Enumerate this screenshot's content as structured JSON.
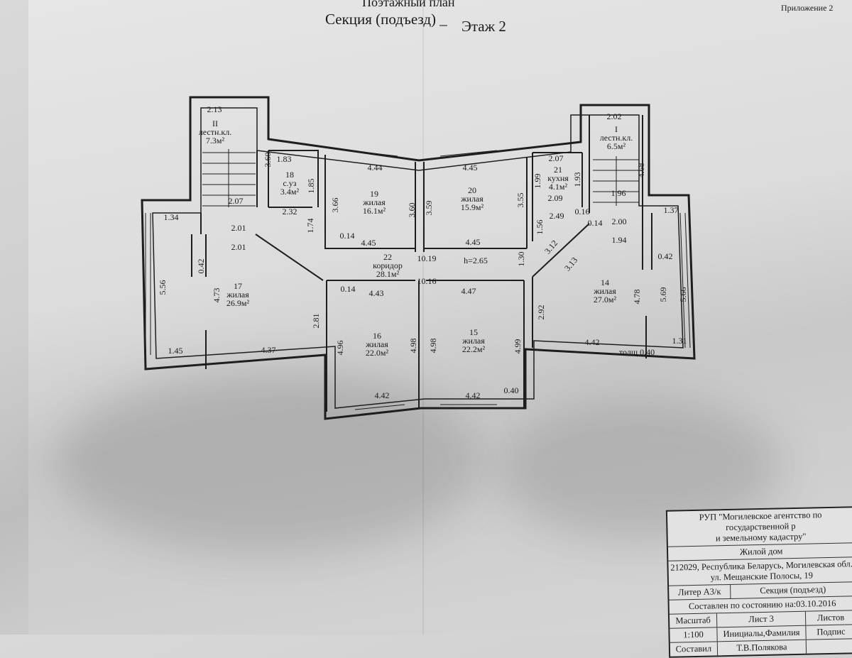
{
  "header": {
    "title": "Поэтажный план",
    "section": "Секция (подъезд) _",
    "floor": "Этаж 2",
    "appendix": "Приложение 2"
  },
  "rooms": [
    {
      "num": "II",
      "name": "лестн.кл.",
      "area": "7.3м²"
    },
    {
      "num": "18",
      "name": "с.уз",
      "area": "3.4м²"
    },
    {
      "num": "19",
      "name": "жилая",
      "area": "16.1м²"
    },
    {
      "num": "20",
      "name": "жилая",
      "area": "15.9м²"
    },
    {
      "num": "21",
      "name": "кухня",
      "area": "4.1м²"
    },
    {
      "num": "I",
      "name": "лестн.кл.",
      "area": "6.5м²"
    },
    {
      "num": "17",
      "name": "жилая",
      "area": "26.9м²"
    },
    {
      "num": "22",
      "name": "коридор",
      "area": "28.1м²"
    },
    {
      "num": "16",
      "name": "жилая",
      "area": "22.0м²"
    },
    {
      "num": "15",
      "name": "жилая",
      "area": "22.2м²"
    },
    {
      "num": "14",
      "name": "жилая",
      "area": "27.0м²"
    }
  ],
  "dims": [
    "2.13",
    "3.60",
    "1.83",
    "1.85",
    "2.07",
    "2.32",
    "1.74",
    "1.34",
    "2.01",
    "2.01",
    "0.42",
    "5.56",
    "4.73",
    "2.81",
    "1.45",
    "4.37",
    "4.44",
    "3.66",
    "3.60",
    "0.14",
    "4.45",
    "10.19",
    "4.45",
    "3.59",
    "3.55",
    "4.45",
    "1.56",
    "1.30",
    "h=2.65",
    "10.16",
    "0.14",
    "4.43",
    "4.47",
    "4.96",
    "4.98",
    "4.98",
    "4.99",
    "4.42",
    "4.42",
    "0.40",
    "2.02",
    "2.07",
    "1.99",
    "1.93",
    "2.09",
    "4.68",
    "1.96",
    "2.49",
    "0.16",
    "0.14",
    "2.00",
    "1.94",
    "1.37",
    "3.12",
    "3.13",
    "0.42",
    "4.78",
    "5.69",
    "5.66",
    "2.92",
    "4.42",
    "толщ 0.40",
    "1.31"
  ],
  "stamp": {
    "org": "РУП \"Могилевское агентство по государственной р",
    "org2": "и земельному кадастру\"",
    "object": "Жилой дом",
    "address": "212029, Республика Беларусь, Могилевская обл.",
    "street": "ул. Мещанские Полосы, 19",
    "liter": "Литер А3/к",
    "section": "Секция (подъезд)",
    "date": "Составлен по состоянию на:03.10.2016",
    "scale_label": "Масштаб",
    "sheet": "Лист 3",
    "sheets": "Листов",
    "scale": "1:100",
    "initials": "Инициалы,Фамилия",
    "signature": "Подпис",
    "compiled": "Составил",
    "compiler": "Т.В.Полякова"
  }
}
